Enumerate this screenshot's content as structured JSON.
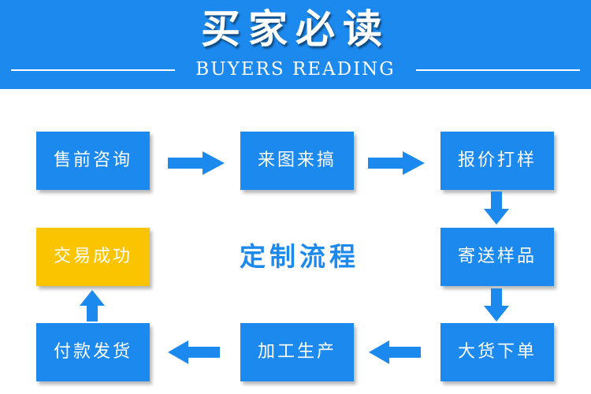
{
  "header": {
    "title": "买家必读",
    "subtitle": "BUYERS READING"
  },
  "flow": {
    "center_label": "定制流程",
    "steps": [
      {
        "label": "售前咨询"
      },
      {
        "label": "来图来搞"
      },
      {
        "label": "报价打样"
      },
      {
        "label": "寄送样品"
      },
      {
        "label": "大货下单"
      },
      {
        "label": "加工生产"
      },
      {
        "label": "付款发货"
      },
      {
        "label": "交易成功"
      }
    ]
  },
  "colors": {
    "primary_blue": "#1c89ee",
    "success_yellow": "#fbc400",
    "text_white": "#ffffff"
  },
  "icons": {
    "arrow": "arrow-icon"
  }
}
